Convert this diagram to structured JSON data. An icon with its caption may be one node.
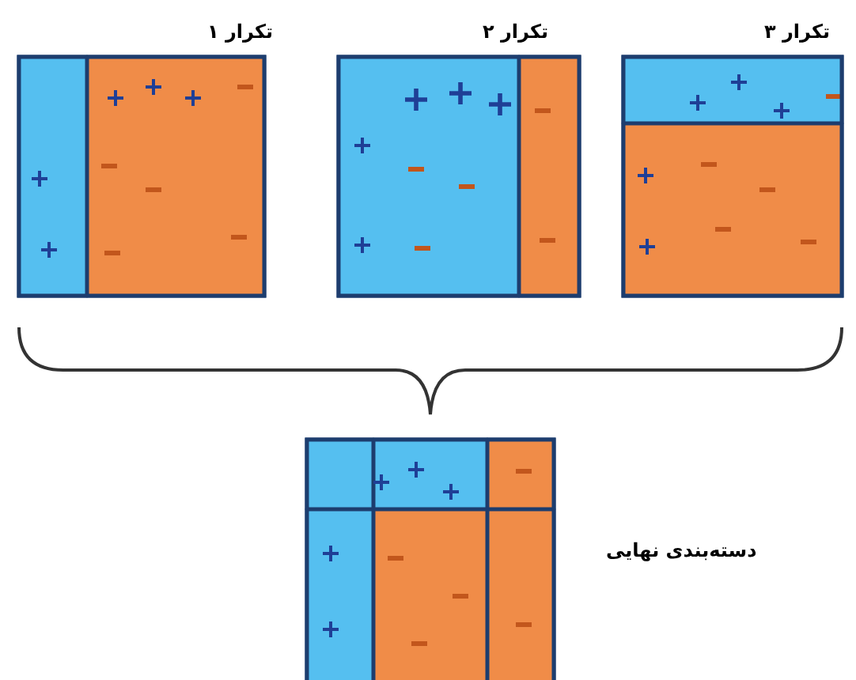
{
  "diagram": {
    "nodes": [
      {
        "text": [
          "تکرار ۱"
        ]
      },
      {
        "text": [
          "تکرار ۲"
        ]
      },
      {
        "text": [
          "تکرار ۳"
        ]
      },
      {
        "text": [],
        "shape": "box",
        "beside": [
          "دسته‌بندی نهایی"
        ]
      }
    ]
  }
}
